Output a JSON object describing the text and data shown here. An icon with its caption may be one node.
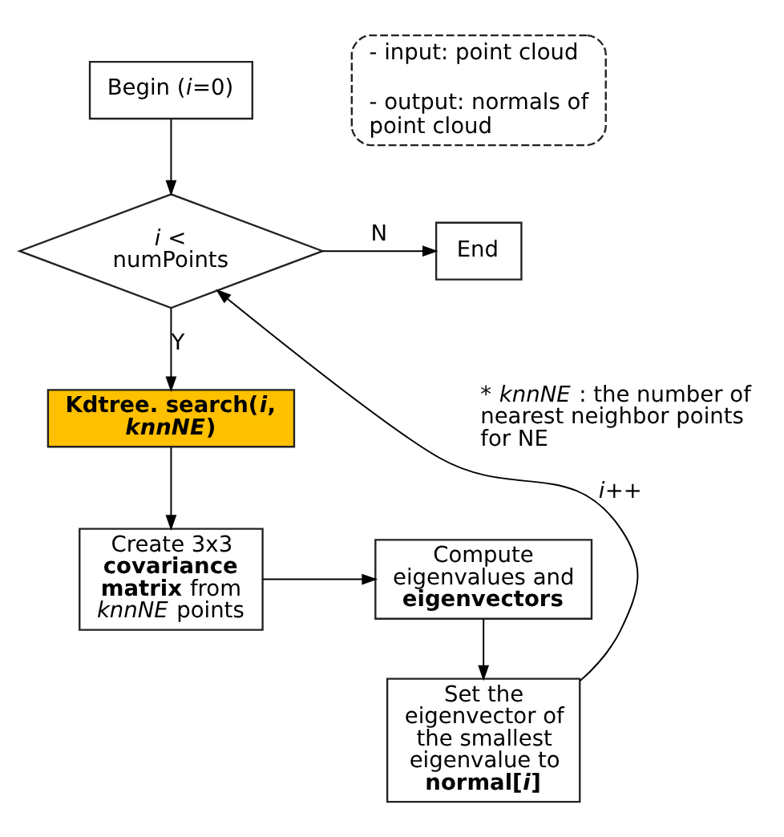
{
  "diagram": {
    "nodes": [
      {
        "text": [
          "Begin (*i*=0)"
        ]
      },
      {
        "text": [
          "*i* < numPoints"
        ]
      },
      {
        "text": [
          "End"
        ]
      },
      {
        "text": [
          "Kdtree. search(*i*, *knnNE*)"
        ]
      },
      {
        "text": [
          "Create 3x3 **covariance matrix** from *knnNE* points"
        ]
      },
      {
        "text": [
          "Compute eigenvalues and **eigenvectors**"
        ]
      },
      {
        "text": [
          "Set the eigenvector of the smallest eigenvalue to **normal[*i*]**"
        ]
      },
      {
        "text": [
          "- input: point cloud",
          "- output: normals of point cloud"
        ]
      }
    ],
    "edges": [
      {
        "from": 0,
        "to": 1,
        "arrow": "to"
      },
      {
        "from": 1,
        "to": 2,
        "arrow": "to",
        "label": "N"
      },
      {
        "from": 1,
        "to": 3,
        "arrow": "to",
        "label": "Y"
      },
      {
        "from": 3,
        "to": 4,
        "arrow": "to"
      },
      {
        "from": 4,
        "to": 5,
        "arrow": "to"
      },
      {
        "from": 5,
        "to": 6,
        "arrow": "to"
      },
      {
        "from": 6,
        "to": 1,
        "arrow": "to",
        "label": "*i*++"
      }
    ],
    "labels": [
      "* *knnNE* : the number of nearest neighbor points for NE"
    ]
  }
}
